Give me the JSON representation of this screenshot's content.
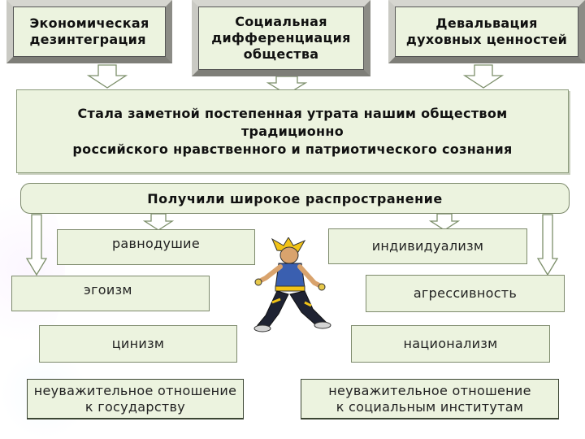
{
  "top_boxes": [
    {
      "line1": "Экономическая",
      "line2": "дезинтеграция"
    },
    {
      "line1": "Социальная",
      "line2": "дифференциация",
      "line3": "общества"
    },
    {
      "line1": "Девальвация",
      "line2": "духовных ценностей"
    }
  ],
  "center": {
    "line1": "Стала заметной постепенная утрата нашим обществом",
    "line2": "традиционно",
    "line3": "российского нравственного и патриотического сознания"
  },
  "spread_label": "Получили широкое распространение",
  "left_items": {
    "indifference": "равнодушие",
    "egoism": "эгоизм",
    "cynicism": "цинизм",
    "disrespect_state_1": "неуважительное отношение",
    "disrespect_state_2": "к государству"
  },
  "right_items": {
    "individualism": "индивидуализм",
    "aggressiveness": "агрессивность",
    "nationalism": "национализм",
    "disrespect_inst_1": "неуважительное отношение",
    "disrespect_inst_2": "к социальным институтам"
  },
  "illustration": "cartoon-fighter-figure",
  "colors": {
    "box_fill": "#ecf3df",
    "bevel": "#b9b9b3",
    "arrow_fill": "#ffffff",
    "arrow_stroke": "#7c8f6a"
  }
}
